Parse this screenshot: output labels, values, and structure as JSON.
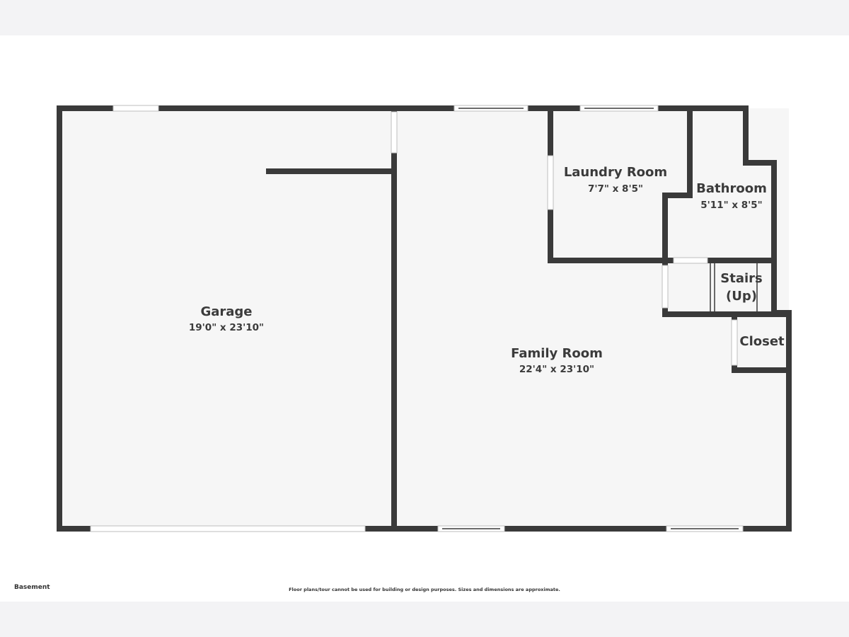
{
  "floor_label": "Basement",
  "disclaimer": "Floor plans/tour cannot be used for building or design purposes. Sizes and dimensions are approximate.",
  "rooms": {
    "garage": {
      "name": "Garage",
      "dimensions": "19'0\" x 23'10\""
    },
    "family_room": {
      "name": "Family Room",
      "dimensions": "22'4\" x 23'10\""
    },
    "laundry_room": {
      "name": "Laundry Room",
      "dimensions": "7'7\" x 8'5\""
    },
    "bathroom": {
      "name": "Bathroom",
      "dimensions": "5'11\" x 8'5\""
    },
    "stairs": {
      "name_line1": "Stairs",
      "name_line2": "(Up)"
    },
    "closet": {
      "name": "Closet"
    }
  },
  "colors": {
    "wall": "#3a3a3a",
    "floor": "#f6f6f6",
    "background": "#ffffff",
    "page_band": "#f3f3f5"
  }
}
